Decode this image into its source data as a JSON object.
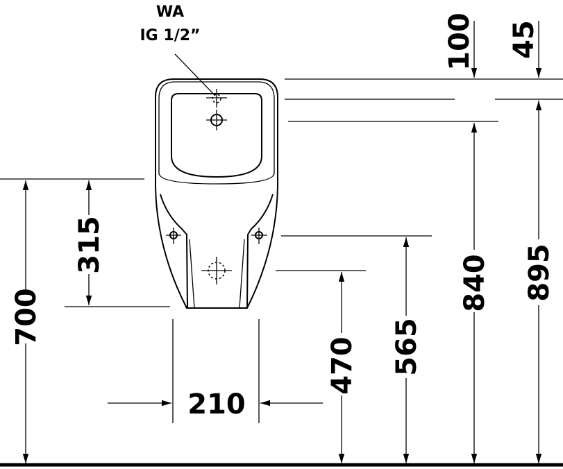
{
  "annotation": {
    "line1": "WA",
    "line2": "IG 1/2”"
  },
  "dimensions": {
    "d700": "700",
    "d315": "315",
    "d210": "210",
    "d470": "470",
    "d565": "565",
    "d840": "840",
    "d895": "895",
    "d100": "100",
    "d45": "45"
  }
}
